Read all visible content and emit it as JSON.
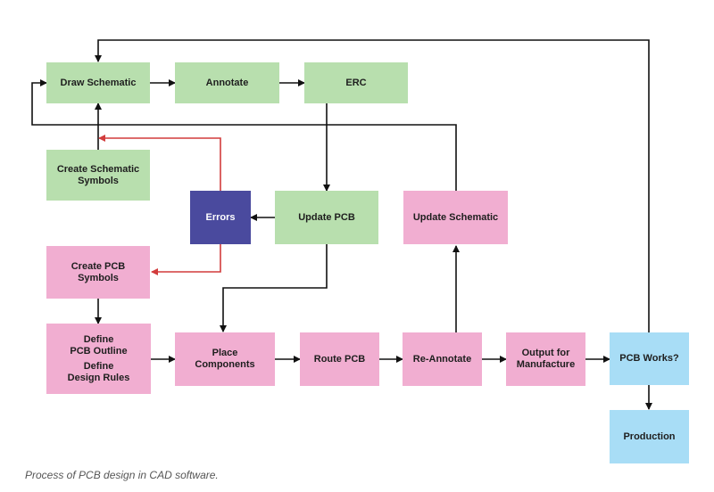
{
  "nodes": {
    "draw_schematic": "Draw Schematic",
    "annotate": "Annotate",
    "erc": "ERC",
    "create_schematic_symbols": [
      "Create Schematic",
      "Symbols"
    ],
    "errors": "Errors",
    "update_pcb": "Update PCB",
    "update_schematic": "Update Schematic",
    "create_pcb_symbols": [
      "Create PCB",
      "Symbols"
    ],
    "define_outline": [
      "Define",
      "PCB Outline"
    ],
    "define_rules": [
      "Define",
      "Design Rules"
    ],
    "place_components": [
      "Place",
      "Components"
    ],
    "route_pcb": "Route PCB",
    "re_annotate": "Re-Annotate",
    "output_for_manufacture": [
      "Output for",
      "Manufacture"
    ],
    "pcb_works": "PCB Works?",
    "production": "Production"
  },
  "caption": "Process of PCB design in CAD software.",
  "colors": {
    "green": "#b8dfae",
    "pink": "#f1aed1",
    "blue": "#a8ddf6",
    "navy": "#4a4a9e",
    "arrow": "#111111",
    "error_arrow": "#d23c3c"
  }
}
